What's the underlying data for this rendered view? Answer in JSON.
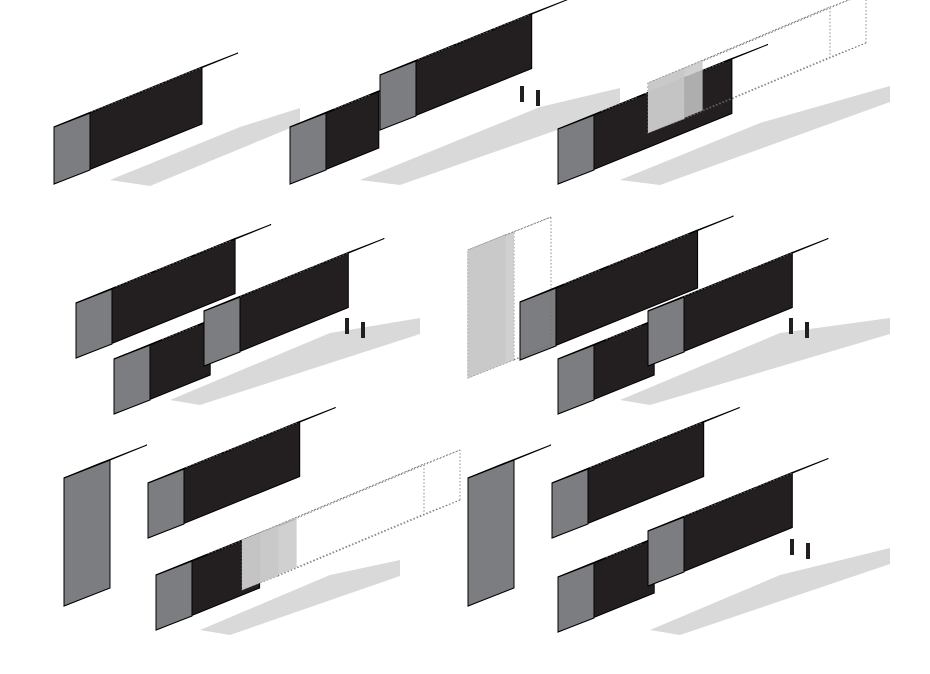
{
  "colors": {
    "background": "#ffffff",
    "top": "#ffffff",
    "front": "#231f20",
    "side": "#7c7d80",
    "edge": "#000000",
    "seam": "#777777",
    "shadow": "#d9d9d9",
    "ghost_fill": "#c8c8c8",
    "ghost_edge": "#6f6f6f"
  },
  "panels": [
    {
      "id": "step-1-single-bar"
    },
    {
      "id": "step-2-raised-bar"
    },
    {
      "id": "step-3-extension-outline"
    },
    {
      "id": "step-4-parallel-bars"
    },
    {
      "id": "step-5-tower-outline"
    },
    {
      "id": "step-6-tower-and-extension"
    },
    {
      "id": "step-7-final-composition"
    }
  ]
}
